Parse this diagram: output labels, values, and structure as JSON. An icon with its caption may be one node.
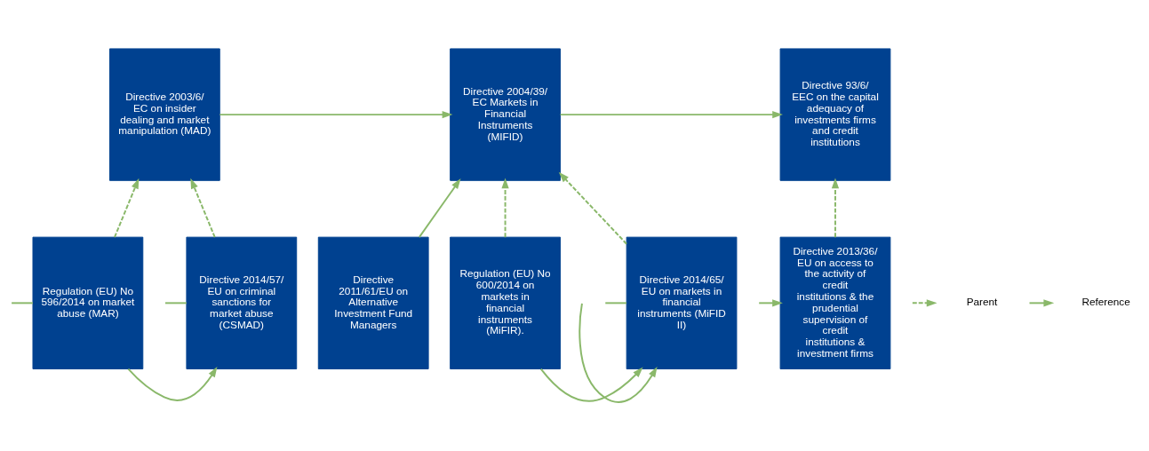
{
  "diagram": {
    "nodes": [
      {
        "text": [
          "Directive 2003/6/ EC on insider dealing and market manipulation (MAD)"
        ]
      },
      {
        "text": [
          "Directive 2004/39/ EC Markets in Financial Instruments (MIFID)"
        ]
      },
      {
        "text": [
          "Directive 93/6/ EEC on the capital adequacy of investments firms and credit institutions"
        ]
      },
      {
        "text": [
          "Directive 2014/57/ EU on criminal sanctions for market abuse (CSMAD)"
        ]
      },
      {
        "text": [
          "Regulation (EU) No 596/2014 on market abuse (MAR)"
        ]
      },
      {
        "text": [
          "Directive 2011/61/EU on Alternative Investment Fund Managers"
        ]
      },
      {
        "text": [
          "Directive 2014/65/ EU on markets in financial instruments (MiFID II)"
        ]
      },
      {
        "text": [
          "Regulation (EU) No 600/2014 on markets in financial instruments (MiFIR)."
        ]
      },
      {
        "text": [
          "Directive 2013/36/ EU on access to the activity of credit institutions & the prudential supervision of credit institutions & investment firms"
        ]
      }
    ],
    "edges": [
      {
        "from": 0,
        "to": 1,
        "arrow": "to"
      },
      {
        "from": 5,
        "to": 1,
        "arrow": "to"
      },
      {
        "from": 1,
        "to": 2,
        "arrow": "to"
      },
      {
        "from": 3,
        "to": 0,
        "arrow": "to",
        "style": "dashed"
      },
      {
        "from": 4,
        "to": 0,
        "arrow": "to",
        "style": "dashed"
      },
      {
        "from": 4,
        "to": 3,
        "arrow": "to"
      },
      {
        "from": 6,
        "to": 1,
        "arrow": "to",
        "style": "dashed"
      },
      {
        "from": 7,
        "to": 1,
        "arrow": "to",
        "style": "dashed"
      },
      {
        "from": 7,
        "to": 6,
        "arrow": "to"
      },
      {
        "from": 8,
        "to": 2,
        "arrow": "to",
        "style": "dashed"
      },
      {
        "from": 3,
        "to": null,
        "arrow": "none"
      },
      {
        "from": 4,
        "to": null,
        "arrow": "none"
      },
      {
        "from": null,
        "to": 6,
        "arrow": "to"
      },
      {
        "from": 6,
        "to": null,
        "arrow": "none"
      },
      {
        "from": null,
        "to": 8,
        "arrow": "to"
      }
    ],
    "legend": [
      {
        "text": "Parent"
      },
      {
        "text": "Reference"
      }
    ]
  }
}
